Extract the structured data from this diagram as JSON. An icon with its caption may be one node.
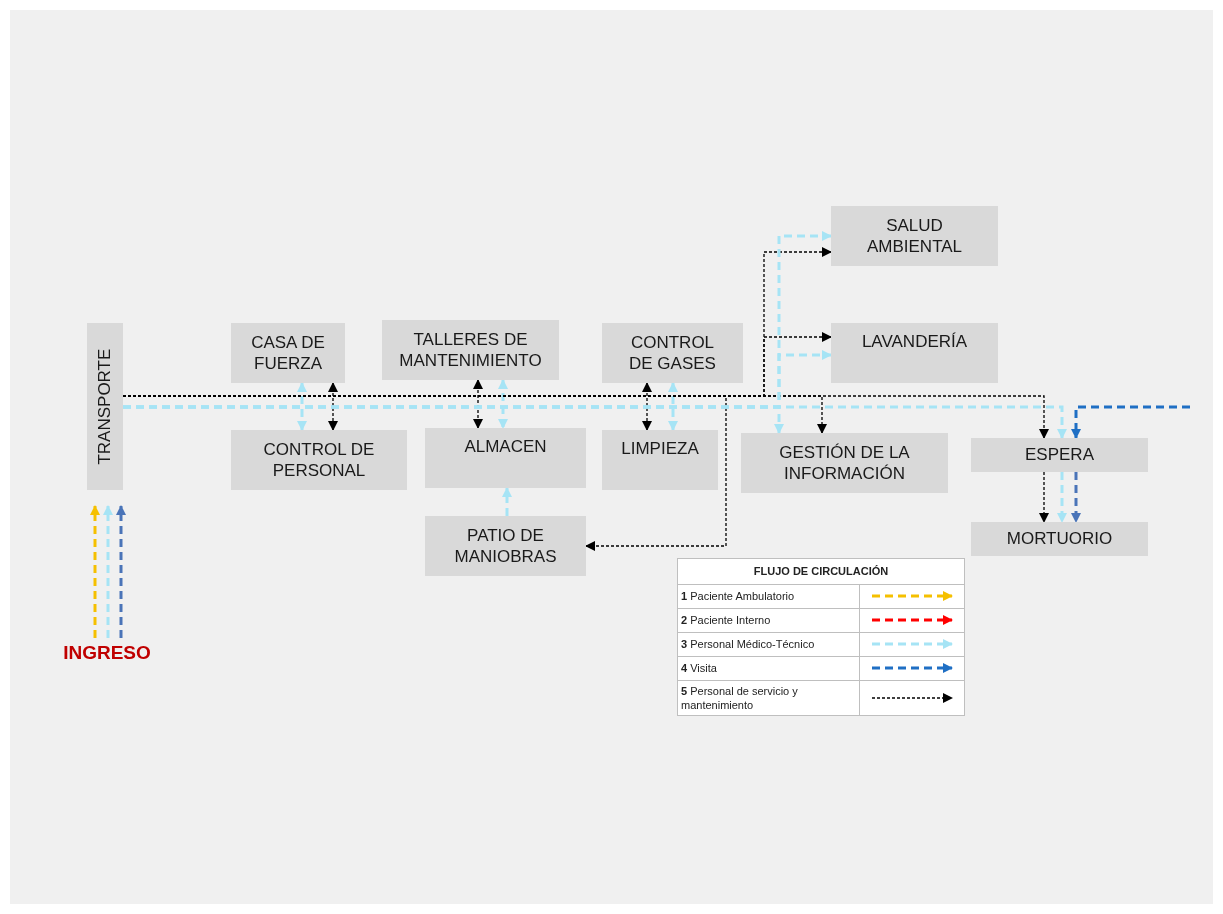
{
  "diagram": {
    "nodes": [
      {
        "text": [
          "TRANSPORTE"
        ]
      },
      {
        "text": [
          "CASA DE FUERZA"
        ]
      },
      {
        "text": [
          "CONTROL DE PERSONAL"
        ]
      },
      {
        "text": [
          "TALLERES DE MANTENIMIENTO"
        ]
      },
      {
        "text": [
          "ALMACEN"
        ]
      },
      {
        "text": [
          "PATIO DE MANIOBRAS"
        ]
      },
      {
        "text": [
          "CONTROL DE GASES"
        ]
      },
      {
        "text": [
          "LIMPIEZA"
        ]
      },
      {
        "text": [
          "SALUD AMBIENTAL"
        ]
      },
      {
        "text": [
          "LAVANDERÍA"
        ]
      },
      {
        "text": [
          "GESTIÓN DE LA INFORMACIÓN"
        ]
      },
      {
        "text": [
          "ESPERA"
        ]
      },
      {
        "text": [
          "MORTUORIO"
        ]
      },
      {
        "text": [
          "INGRESO"
        ]
      }
    ],
    "edges": [
      {
        "from": 13,
        "to": 0,
        "arrow": "to",
        "style": "dashed",
        "color": "#f5c000"
      },
      {
        "from": 13,
        "to": 0,
        "arrow": "to",
        "style": "dashed",
        "color": "#a6e4f5"
      },
      {
        "from": 13,
        "to": 0,
        "arrow": "to",
        "style": "dashed",
        "color": "#4a74b8"
      },
      {
        "from": 1,
        "to": 2,
        "arrow": "both",
        "style": "dashed",
        "color": "#a6e4f5"
      },
      {
        "from": 1,
        "to": 2,
        "arrow": "both",
        "style": "dashed",
        "color": "#000000"
      },
      {
        "from": 3,
        "to": 4,
        "arrow": "both",
        "style": "dashed",
        "color": "#000000"
      },
      {
        "from": 3,
        "to": 4,
        "arrow": "both",
        "style": "dashed",
        "color": "#a6e4f5"
      },
      {
        "from": 6,
        "to": 7,
        "arrow": "both",
        "style": "dashed",
        "color": "#000000"
      },
      {
        "from": 6,
        "to": 7,
        "arrow": "both",
        "style": "dashed",
        "color": "#a6e4f5"
      },
      {
        "from": 5,
        "to": 4,
        "arrow": "to",
        "style": "dashed",
        "color": "#a6e4f5"
      },
      {
        "from": 0,
        "to": 5,
        "arrow": "to",
        "style": "dashed",
        "color": "#000000"
      },
      {
        "from": 0,
        "to": 8,
        "arrow": "to",
        "style": "dashed",
        "color": "#000000"
      },
      {
        "from": 0,
        "to": 9,
        "arrow": "to",
        "style": "dashed",
        "color": "#000000"
      },
      {
        "from": 0,
        "to": 10,
        "arrow": "to",
        "style": "dashed",
        "color": "#000000"
      },
      {
        "from": 0,
        "to": 11,
        "arrow": "to",
        "style": "dashed",
        "color": "#000000"
      },
      {
        "from": 0,
        "to": 8,
        "arrow": "to",
        "style": "dashed",
        "color": "#a6e4f5"
      },
      {
        "from": 0,
        "to": 9,
        "arrow": "to",
        "style": "dashed",
        "color": "#a6e4f5"
      },
      {
        "from": 0,
        "to": 10,
        "arrow": "to",
        "style": "dashed",
        "color": "#a6e4f5"
      },
      {
        "from": 0,
        "to": 11,
        "arrow": "to",
        "style": "dashed",
        "color": "#a6e4f5"
      },
      {
        "from": null,
        "to": 11,
        "arrow": "to",
        "style": "dashed",
        "color": "#1f6fc4"
      },
      {
        "from": 11,
        "to": 12,
        "arrow": "to",
        "style": "dashed",
        "color": "#000000"
      },
      {
        "from": 11,
        "to": 12,
        "arrow": "to",
        "style": "dashed",
        "color": "#a6e4f5"
      },
      {
        "from": 11,
        "to": 12,
        "arrow": "to",
        "style": "dashed",
        "color": "#4a74b8"
      }
    ],
    "labels": [
      "FLUJO DE CIRCULACIÓN"
    ],
    "legend": [
      {
        "text": "**1** Paciente Ambulatorio",
        "color": "#f5c000"
      },
      {
        "text": "**2** Paciente Interno",
        "color": "#ff0000"
      },
      {
        "text": "**3** Personal Médico-Técnico",
        "color": "#a6e4f5"
      },
      {
        "text": "**4** Visita",
        "color": "#1f6fc4"
      },
      {
        "text": "**5** Personal de servicio y mantenimiento",
        "color": "#000000"
      }
    ]
  }
}
